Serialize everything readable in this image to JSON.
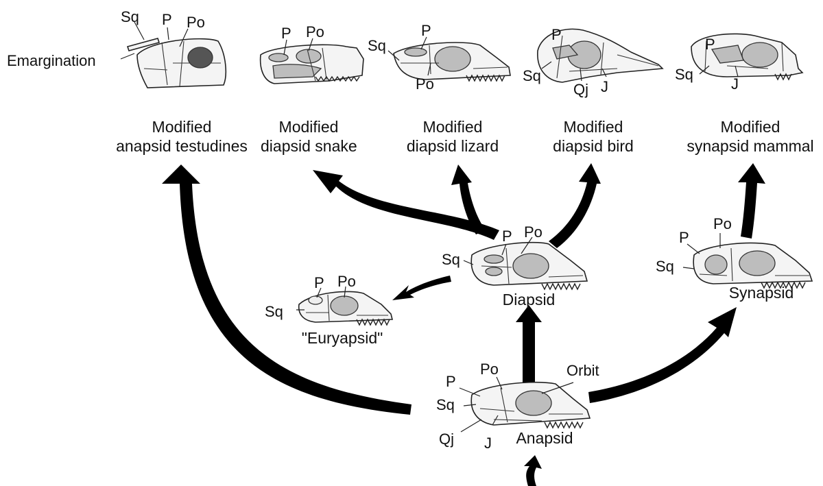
{
  "top_skulls": [
    {
      "caption_line1": "Modified",
      "caption_line2": "anapsid testudines"
    },
    {
      "caption_line1": "Modified",
      "caption_line2": "diapsid snake"
    },
    {
      "caption_line1": "Modified",
      "caption_line2": "diapsid lizard"
    },
    {
      "caption_line1": "Modified",
      "caption_line2": "diapsid bird"
    },
    {
      "caption_line1": "Modified",
      "caption_line2": "synapsid mammal"
    }
  ],
  "middle_skulls": {
    "diapsid": "Diapsid",
    "synapsid": "Synapsid",
    "euryapsid": "\"Euryapsid\"",
    "anapsid": "Anapsid"
  },
  "bone_labels": {
    "squamosal": "Sq",
    "parietal": "P",
    "postorbital": "Po",
    "quadratojugal": "Qj",
    "jugal": "J",
    "orbit": "Orbit",
    "emargination": "Emargination"
  },
  "colors": {
    "arrow": "#000000",
    "opening_fill": "#bdbdbd",
    "bone_fill": "#f4f4f4"
  }
}
